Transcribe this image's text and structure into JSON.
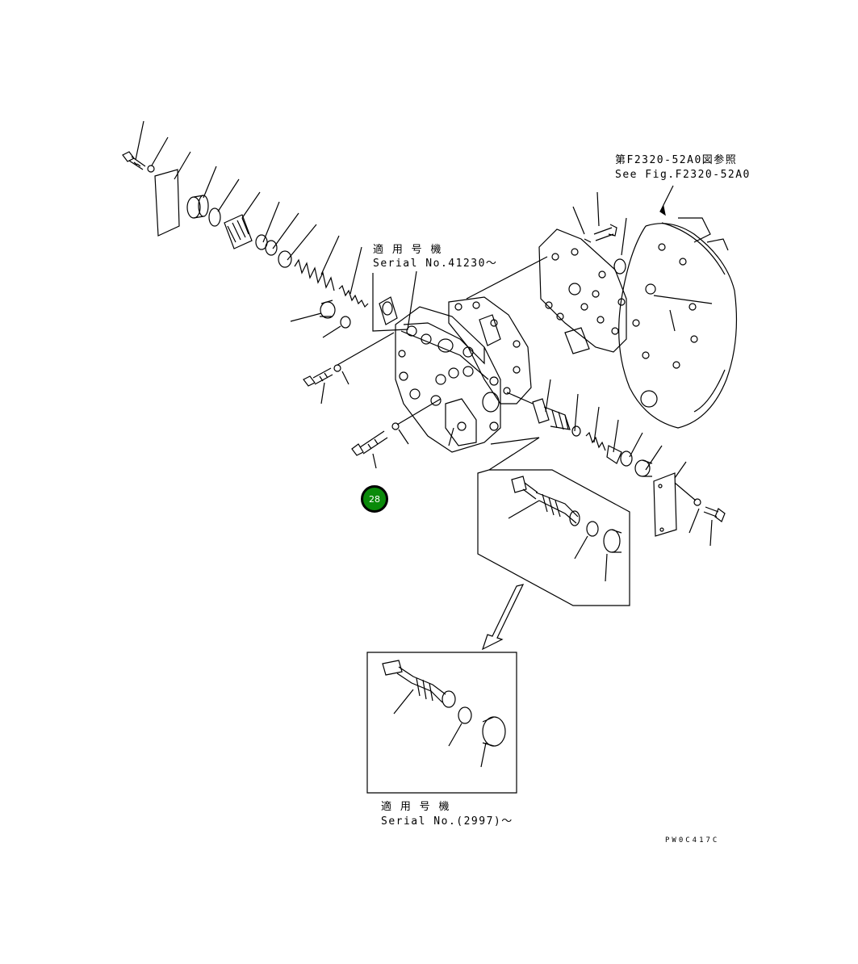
{
  "notes": {
    "see_fig_jp": "第F2320-52A0図参照",
    "see_fig_en": "See Fig.F2320-52A0",
    "serial_upper_jp": "適 用 号 機",
    "serial_upper_en": "Serial No.41230～",
    "serial_lower_jp": "適 用 号 機",
    "serial_lower_en": "Serial No.(2997)～"
  },
  "drawing_code": "PW0C417C",
  "callout": {
    "label": "28",
    "color": "#0a8a0a"
  }
}
